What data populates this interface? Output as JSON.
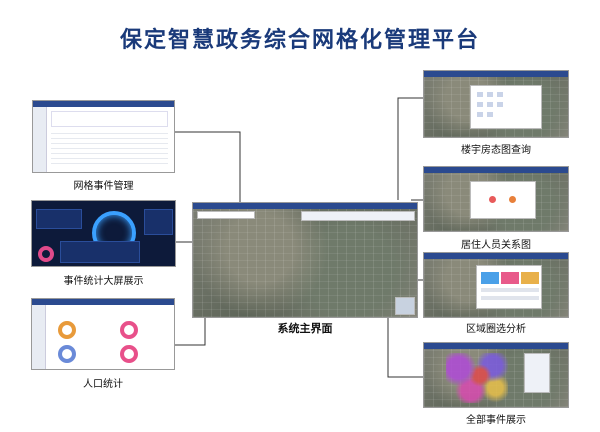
{
  "title": "保定智慧政务综合网格化管理平台",
  "center": {
    "label": "系统主界面"
  },
  "left_panels": [
    {
      "label": "网格事件管理"
    },
    {
      "label": "事件统计大屏展示"
    },
    {
      "label": "人口统计"
    }
  ],
  "right_panels": [
    {
      "label": "楼宇房态图查询"
    },
    {
      "label": "居住人员关系图"
    },
    {
      "label": "区域圈选分析"
    },
    {
      "label": "全部事件展示"
    }
  ],
  "colors": {
    "title": "#1a3a7a",
    "header_bar": "#2b4a8f",
    "connector": "#333333"
  }
}
